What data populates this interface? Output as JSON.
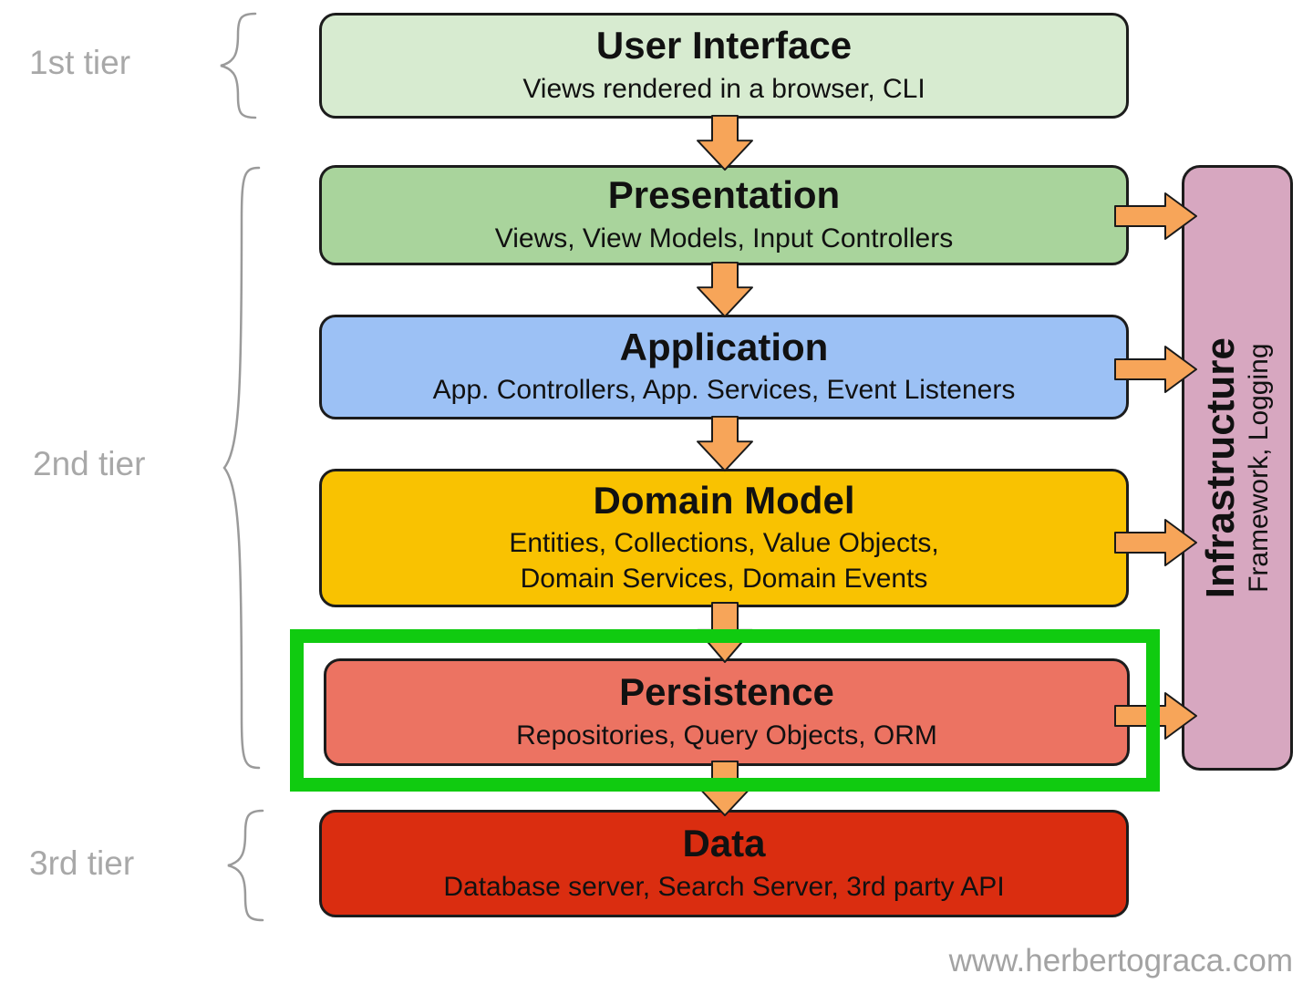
{
  "tiers": [
    {
      "label": "1st tier"
    },
    {
      "label": "2nd tier"
    },
    {
      "label": "3rd tier"
    }
  ],
  "layers": [
    {
      "title": "User Interface",
      "subtitle": "Views rendered in a browser, CLI",
      "color": "#d7ebd0",
      "tier": "1st tier",
      "highlighted": false
    },
    {
      "title": "Presentation",
      "subtitle": "Views, View Models, Input Controllers",
      "color": "#a9d49c",
      "tier": "2nd tier",
      "highlighted": false
    },
    {
      "title": "Application",
      "subtitle": "App. Controllers, App. Services, Event Listeners",
      "color": "#9cc1f5",
      "tier": "2nd tier",
      "highlighted": false
    },
    {
      "title": "Domain Model",
      "subtitle": "Entities, Collections, Value Objects,\nDomain Services, Domain Events",
      "color": "#f9c201",
      "tier": "2nd tier",
      "highlighted": false
    },
    {
      "title": "Persistence",
      "subtitle": "Repositories, Query Objects, ORM",
      "color": "#ec7362",
      "tier": "2nd tier",
      "highlighted": true
    },
    {
      "title": "Data",
      "subtitle": "Database server, Search Server, 3rd party API",
      "color": "#da2d10",
      "tier": "3rd tier",
      "highlighted": false
    }
  ],
  "infrastructure": {
    "title": "Infrastructure",
    "subtitle": "Framework, Logging",
    "color": "#d7a7c0"
  },
  "watermark": "www.herbertograca.com",
  "icons": {
    "down_arrow": "down-arrow-icon",
    "right_arrow": "right-arrow-icon",
    "brace": "curly-brace-icon"
  },
  "colors": {
    "arrow_fill": "#f7a559",
    "arrow_outline": "#1a1a1a",
    "highlight_green": "#10cb10",
    "box_border": "#1c1c1c",
    "tier_label": "#a8a8a8",
    "brace": "#9a9a9a",
    "watermark": "#a3a3a3",
    "background": "#ffffff"
  }
}
